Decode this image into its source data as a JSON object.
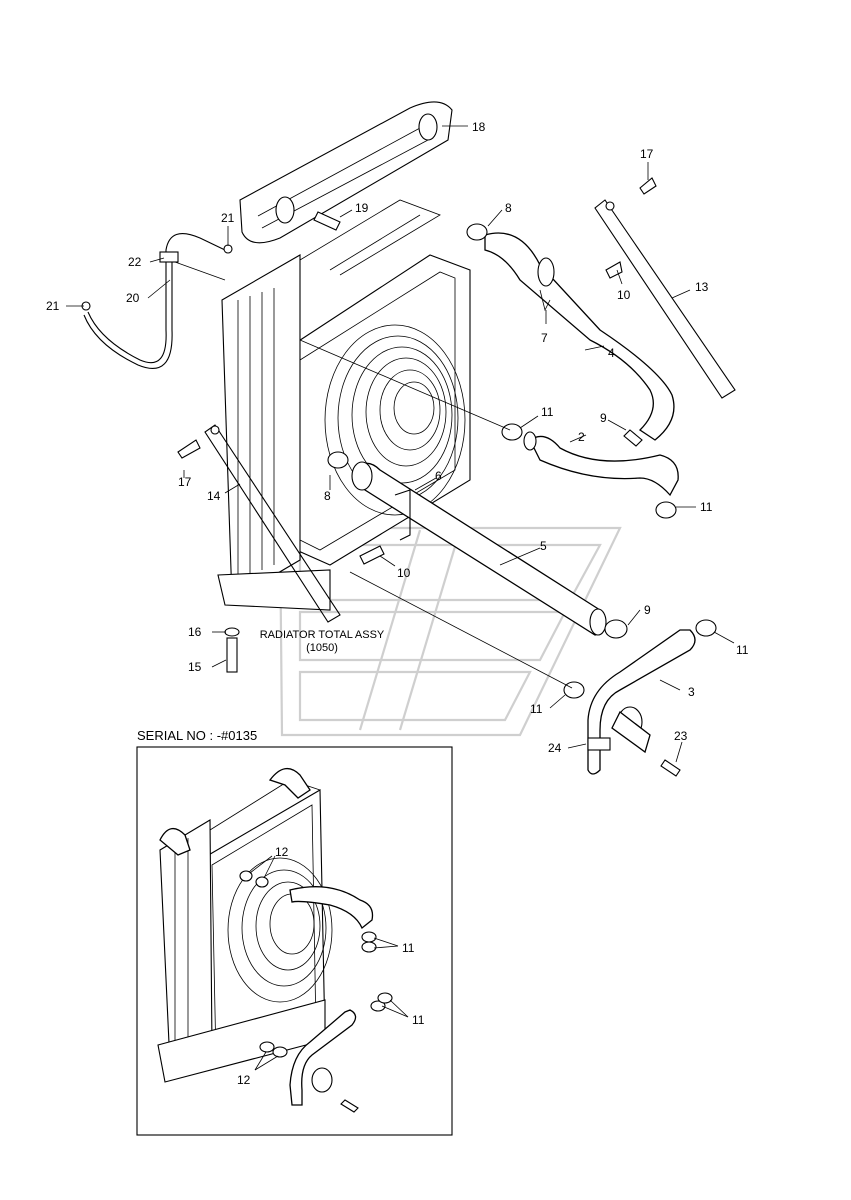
{
  "caption": {
    "title": "RADIATOR TOTAL ASSY",
    "code": "(1050)"
  },
  "inset": {
    "serial_label": "SERIAL NO : -#0135"
  },
  "labels": {
    "p18": "18",
    "p17": "17",
    "p21a": "21",
    "p19": "19",
    "p8a": "8",
    "p22": "22",
    "p10a": "10",
    "p13": "13",
    "p20": "20",
    "p21b": "21",
    "p7": "7",
    "p4": "4",
    "p11a": "11",
    "p9a": "9",
    "p2": "2",
    "p17b": "17",
    "p14": "14",
    "p6": "6",
    "p11b": "11",
    "p8b": "8",
    "p5": "5",
    "p10b": "10",
    "p9b": "9",
    "p16": "16",
    "p11c": "11",
    "p3": "3",
    "p15": "15",
    "p11d": "11",
    "p23": "23",
    "p24": "24",
    "i12a": "12",
    "i11a": "11",
    "i11b": "11",
    "i12b": "12"
  }
}
